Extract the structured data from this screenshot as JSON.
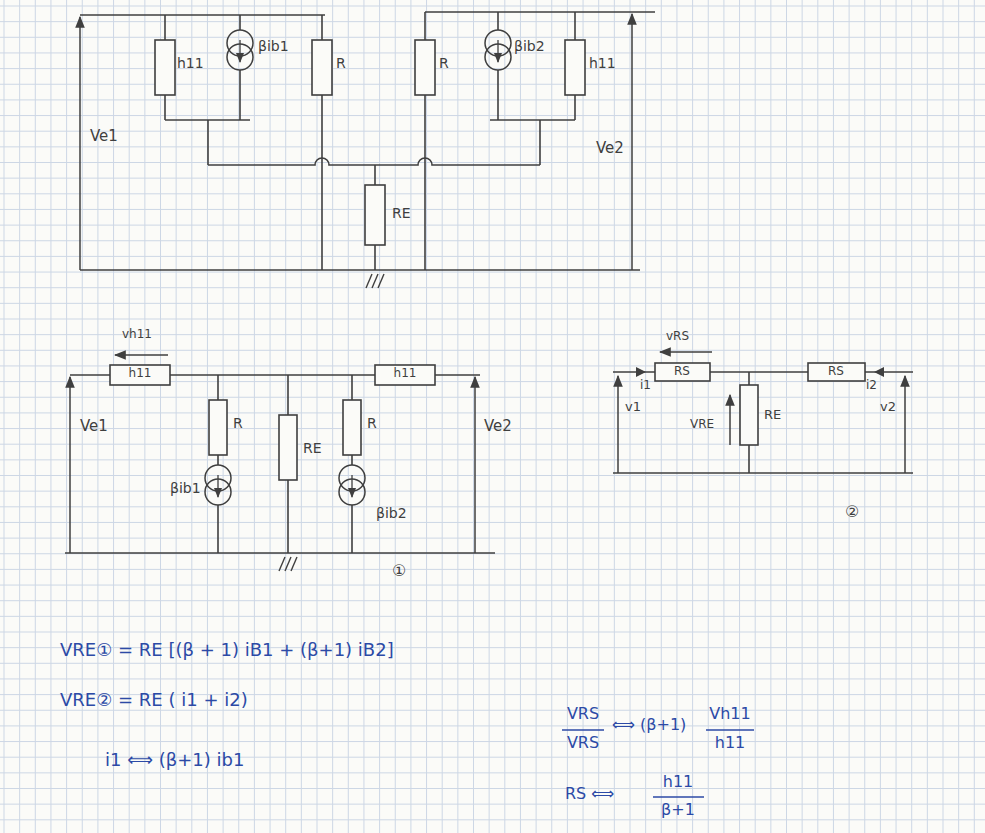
{
  "diagram": {
    "labels": [
      "h11",
      "βib1",
      "R",
      "R",
      "βib2",
      "h11",
      "Ve1",
      "Ve2",
      "RE",
      "vh11",
      "h11",
      "h11",
      "Ve1",
      "R",
      "RE",
      "R",
      "βib1",
      "βib2",
      "Ve2",
      "①",
      "vRS",
      "RS",
      "RS",
      "i1",
      "i2",
      "v2",
      "VRE",
      "RE",
      "②",
      "v1",
      "VRE① = RE [(β + 1) iB1 + (β+1) iB2]",
      "VRE② = RE ( i1 + i2)",
      "i1 ⟺ (β+1) ib1",
      "VRS",
      "VRS",
      "⟺ (β+1)",
      "Vh11",
      "h11",
      "RS ⟺",
      "h11",
      "β+1"
    ]
  }
}
